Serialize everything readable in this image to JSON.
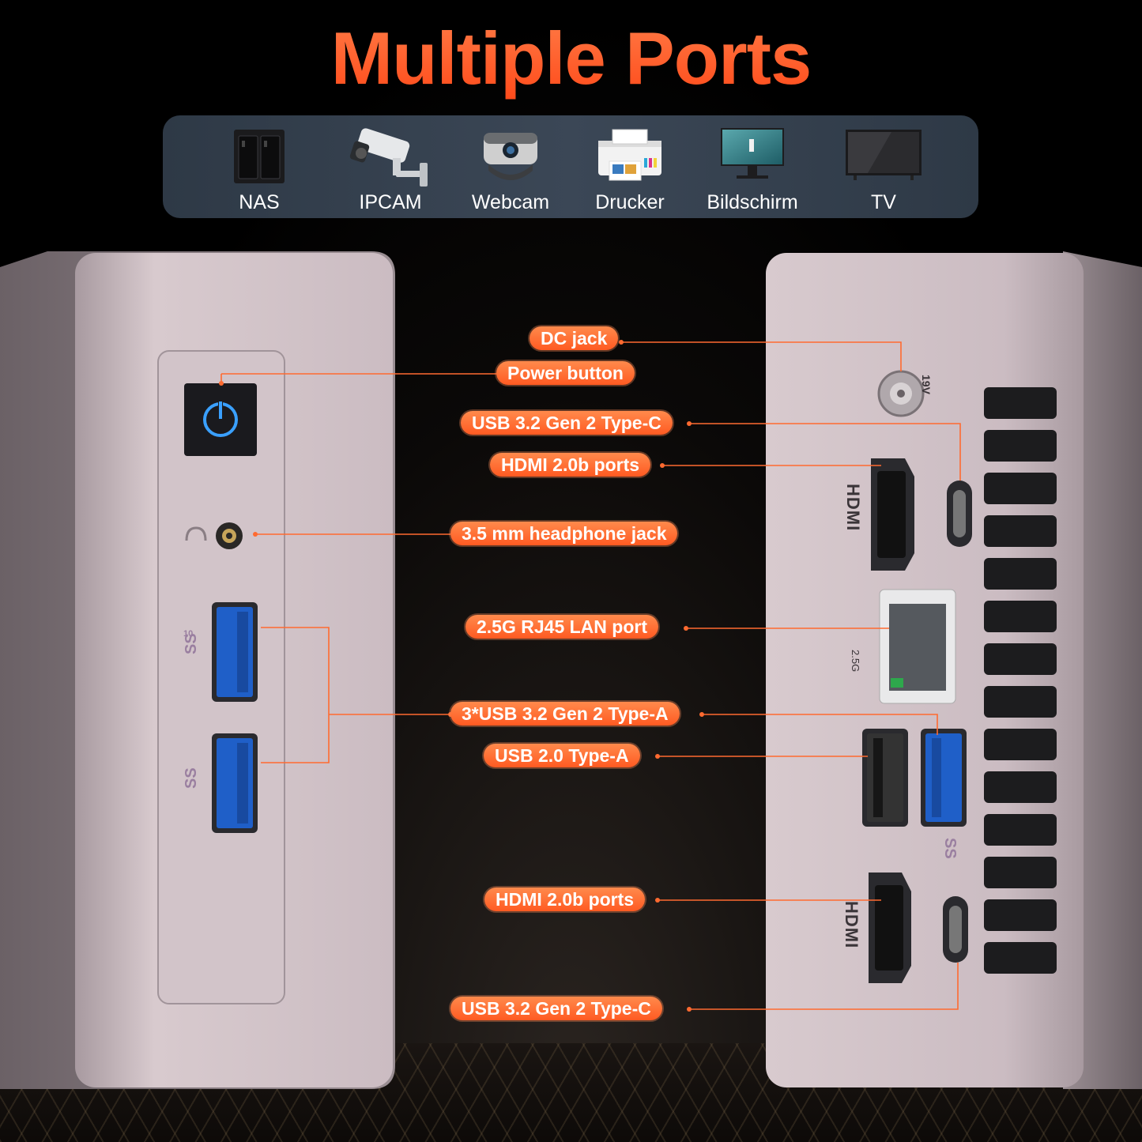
{
  "title": "Multiple Ports",
  "devices": [
    {
      "label": "NAS",
      "icon": "nas-icon"
    },
    {
      "label": "IPCAM",
      "icon": "ipcam-icon"
    },
    {
      "label": "Webcam",
      "icon": "webcam-icon"
    },
    {
      "label": "Drucker",
      "icon": "printer-icon"
    },
    {
      "label": "Bildschirm",
      "icon": "monitor-icon"
    },
    {
      "label": "TV",
      "icon": "tv-icon"
    }
  ],
  "ports": {
    "dc_jack": "DC jack",
    "power_button": "Power button",
    "usbc_top": "USB 3.2 Gen 2 Type-C",
    "hdmi_top": "HDMI 2.0b ports",
    "headphone": "3.5 mm headphone jack",
    "lan": "2.5G RJ45 LAN port",
    "usba_gen2": "3*USB 3.2 Gen 2 Type-A",
    "usb20": "USB 2.0 Type-A",
    "hdmi_bottom": "HDMI 2.0b ports",
    "usbc_bottom": "USB 3.2 Gen 2 Type-C"
  },
  "markings": {
    "dc_voltage": "19V",
    "lan_speed": "2.5G",
    "hdmi_logo": "HDMI",
    "ss_logo": "SS",
    "ss_speed": "10"
  },
  "colors": {
    "accent": "#ff5a22",
    "panel": "#34404e",
    "chassis": "#c9b8c0"
  }
}
